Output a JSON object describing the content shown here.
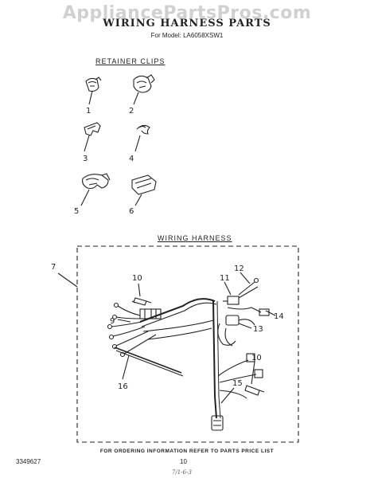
{
  "watermark": "AppliancePartsPros.com",
  "title": "WIRING HARNESS PARTS",
  "model_line": "For Model: LA6058XSW1",
  "retainer_section": {
    "heading": "RETAINER CLIPS",
    "callouts": [
      "1",
      "2",
      "3",
      "4",
      "5",
      "6"
    ]
  },
  "harness_section": {
    "heading": "WIRING HARNESS",
    "callouts": {
      "assembly": "7",
      "c9": "9",
      "c10_top": "10",
      "c10_right": "10",
      "c11": "11",
      "c12": "12",
      "c13": "13",
      "c14": "14",
      "c15": "15",
      "c16": "16"
    }
  },
  "footer": {
    "note": "FOR ORDERING INFORMATION REFER TO PARTS PRICE LIST",
    "part_number": "3349627",
    "page_number": "10",
    "handwritten": "7/1-6-3"
  }
}
